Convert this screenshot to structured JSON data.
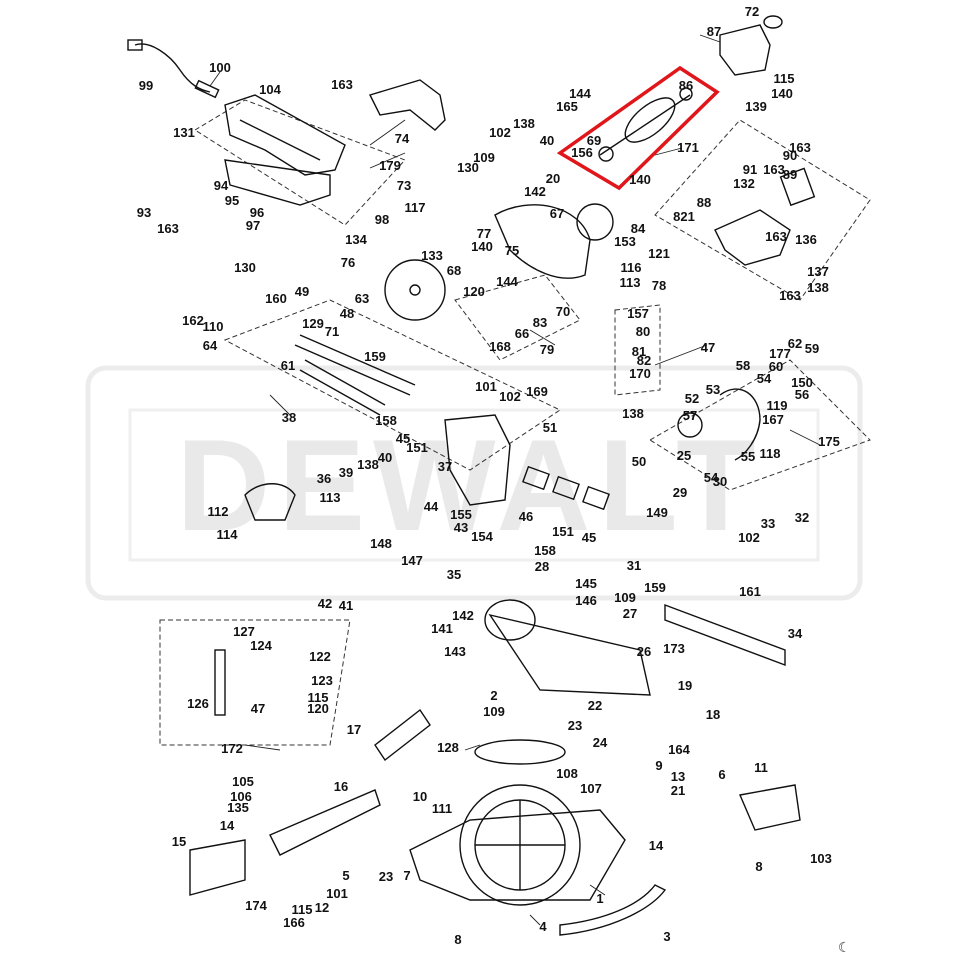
{
  "diagram": {
    "title": "DEWALT miter saw exploded parts view",
    "watermark": "DEWALT",
    "highlight_color": "#e0161a",
    "ink_color": "#111111",
    "highlighted_parts": [
      "86",
      "69",
      "156",
      "171"
    ],
    "labels": [
      "72",
      "87",
      "99",
      "100",
      "104",
      "163",
      "115",
      "140",
      "139",
      "86",
      "144",
      "165",
      "138",
      "40",
      "102",
      "131",
      "179",
      "74",
      "69",
      "156",
      "171",
      "140",
      "109",
      "130",
      "73",
      "20",
      "142",
      "117",
      "93",
      "94",
      "95",
      "96",
      "163",
      "97",
      "90",
      "163",
      "91",
      "163",
      "132",
      "89",
      "88",
      "821",
      "163",
      "136",
      "137",
      "138",
      "163",
      "98",
      "134",
      "76",
      "84",
      "67",
      "77",
      "153",
      "75",
      "140",
      "133",
      "68",
      "144",
      "120",
      "121",
      "116",
      "78",
      "113",
      "130",
      "160",
      "49",
      "162",
      "110",
      "64",
      "63",
      "48",
      "129",
      "71",
      "70",
      "83",
      "66",
      "168",
      "79",
      "157",
      "80",
      "81",
      "82",
      "170",
      "47",
      "159",
      "61",
      "62",
      "59",
      "177",
      "58",
      "150",
      "60",
      "56",
      "54",
      "53",
      "52",
      "57",
      "119",
      "167",
      "175",
      "101",
      "102",
      "169",
      "38",
      "51",
      "138",
      "158",
      "45",
      "151",
      "25",
      "55",
      "118",
      "50",
      "39",
      "138",
      "40",
      "37",
      "36",
      "113",
      "30",
      "54",
      "29",
      "112",
      "44",
      "155",
      "46",
      "151",
      "45",
      "149",
      "32",
      "33",
      "114",
      "43",
      "154",
      "102",
      "148",
      "147",
      "158",
      "31",
      "28",
      "159",
      "35",
      "42",
      "41",
      "145",
      "146",
      "109",
      "27",
      "142",
      "141",
      "161",
      "34",
      "143",
      "26",
      "173",
      "19",
      "127",
      "124",
      "122",
      "123",
      "115",
      "120",
      "2",
      "126",
      "109",
      "22",
      "18",
      "47",
      "23",
      "24",
      "164",
      "9",
      "13",
      "21",
      "17",
      "128",
      "108",
      "107",
      "172",
      "105",
      "106",
      "135",
      "16",
      "10",
      "111",
      "11",
      "6",
      "14",
      "14",
      "8",
      "103",
      "15",
      "5",
      "23",
      "7",
      "1",
      "101",
      "12",
      "115",
      "166",
      "174",
      "8",
      "4",
      "3"
    ]
  }
}
